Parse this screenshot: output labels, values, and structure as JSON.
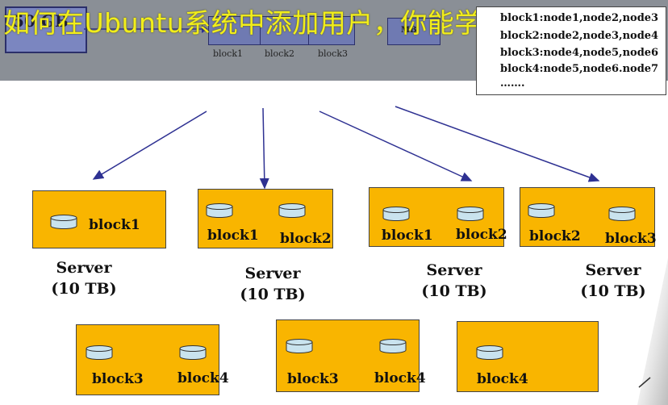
{
  "banner": {
    "title": "如何在Ubuntu系统中添加用户，你能学会吗?",
    "disk_label": "50 GB",
    "strip_labels": [
      "block1",
      "block2",
      "block3"
    ],
    "mb_label": "MB"
  },
  "mapping": {
    "lines": [
      "block1:node1,node2,node3",
      "block2:node2,node3,node4",
      "block3:node4,node5,node6",
      "block4:node5,node6.node7",
      "……."
    ]
  },
  "servers": [
    {
      "blocks": [
        "block1"
      ],
      "caption": "Server",
      "capacity": "(10 TB)"
    },
    {
      "blocks": [
        "block1",
        "block2"
      ],
      "caption": "Server",
      "capacity": "(10 TB)"
    },
    {
      "blocks": [
        "block1",
        "block2"
      ],
      "caption": "Server",
      "capacity": "(10 TB)"
    },
    {
      "blocks": [
        "block2",
        "block3"
      ],
      "caption": "Server",
      "capacity": "(10 TB)"
    },
    {
      "blocks": [
        "block3",
        "block4"
      ]
    },
    {
      "blocks": [
        "block3",
        "block4"
      ]
    },
    {
      "blocks": [
        "block4"
      ]
    }
  ],
  "colors": {
    "banner_bg": "#8a8f96",
    "title_yellow": "#f2ee1a",
    "server_fill": "#f9b500",
    "arrow": "#2e3192",
    "cylinder": "#c9e3ee"
  }
}
